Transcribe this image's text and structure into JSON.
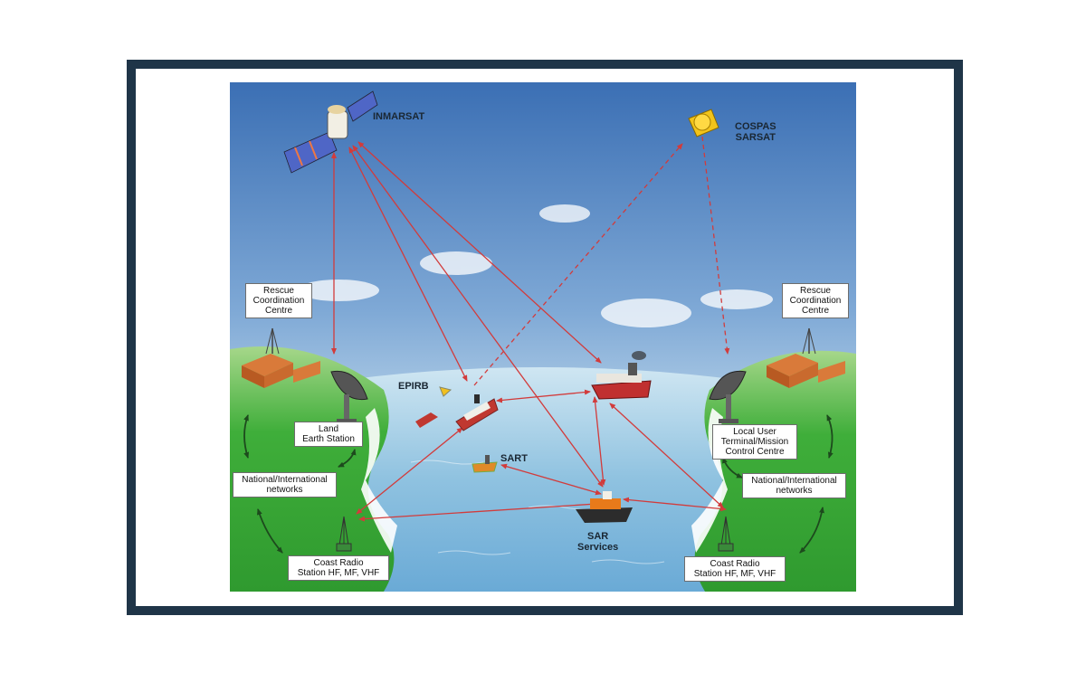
{
  "labels": {
    "inmarsat": "INMARSAT",
    "cospas": "COSPAS\nSARSAT",
    "epirb": "EPIRB",
    "sart": "SART",
    "sar": "SAR\nServices"
  },
  "left_boxes": {
    "rcc": "Rescue\nCoordination\nCentre",
    "les": "Land\nEarth Station",
    "networks": "National/International\nnetworks",
    "coast": "Coast Radio\nStation HF, MF, VHF"
  },
  "right_boxes": {
    "rcc": "Rescue\nCoordination\nCentre",
    "lut": "Local User\nTerminal/Mission\nControl Centre",
    "networks": "National/International\nnetworks",
    "coast": "Coast Radio\nStation HF, MF, VHF"
  },
  "colors": {
    "frame": "#1f3548",
    "link": "#d23b3b",
    "network_link": "#1d4a1d",
    "sky_top": "#3f74b6",
    "sea": "#8fbfdc",
    "land": "#3aa83a"
  }
}
